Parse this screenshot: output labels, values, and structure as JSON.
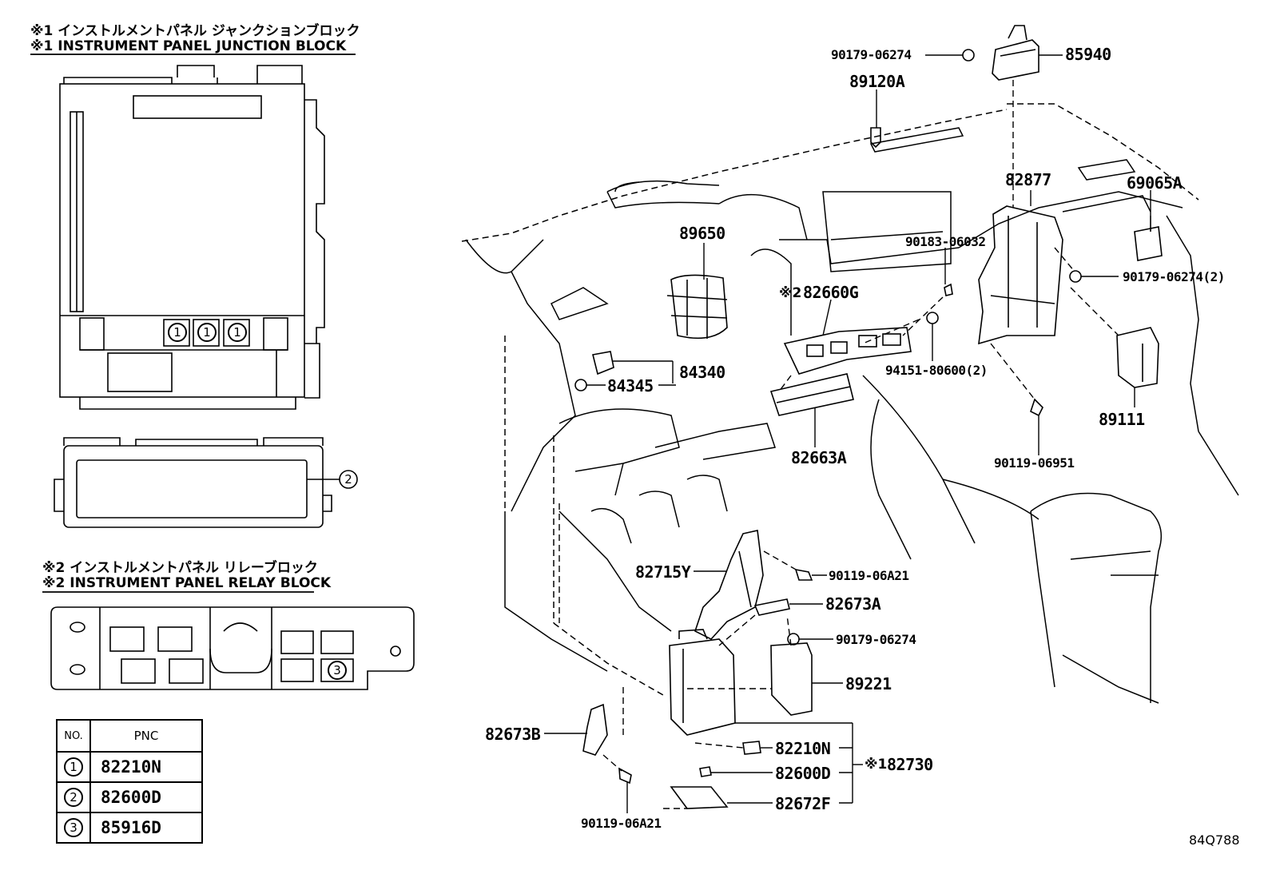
{
  "junction_block": {
    "title_jp": "※1 インストルメントパネル ジャンクションブロック",
    "title_en": "※1 INSTRUMENT PANEL JUNCTION BLOCK",
    "callouts": [
      "1",
      "1",
      "1",
      "2"
    ]
  },
  "relay_block": {
    "title_jp": "※2 インストルメントパネル リレーブロック",
    "title_en": "※2 INSTRUMENT PANEL RELAY BLOCK",
    "callouts": [
      "3"
    ]
  },
  "pnc_table": {
    "headers": [
      "NO.",
      "PNC"
    ],
    "rows": [
      {
        "no": "1",
        "pnc": "82210N"
      },
      {
        "no": "2",
        "pnc": "82600D"
      },
      {
        "no": "3",
        "pnc": "85916D"
      }
    ]
  },
  "part_labels": {
    "p90179_06274_top": "90179-06274",
    "p85940": "85940",
    "p89120A": "89120A",
    "p82877": "82877",
    "p69065A": "69065A",
    "p89650": "89650",
    "p90183_06032": "90183-06032",
    "p90179_06274_2": "90179-06274(2)",
    "p82660G": "82660G",
    "p84340": "84340",
    "p84345": "84345",
    "p94151_80600_2": "94151-80600(2)",
    "p89111": "89111",
    "p82663A": "82663A",
    "p90119_06951": "90119-06951",
    "p82715Y": "82715Y",
    "p90119_06A21_a": "90119-06A21",
    "p82673A": "82673A",
    "p90179_06274_b": "90179-06274",
    "p89221": "89221",
    "p82673B": "82673B",
    "p82210N": "82210N",
    "p82730": "82730",
    "p82600D": "82600D",
    "p82672F": "82672F",
    "p90119_06A21_b": "90119-06A21"
  },
  "marks": {
    "mark_82660G": "※2",
    "mark_82730": "※1"
  },
  "diagram_code": "84Q788"
}
